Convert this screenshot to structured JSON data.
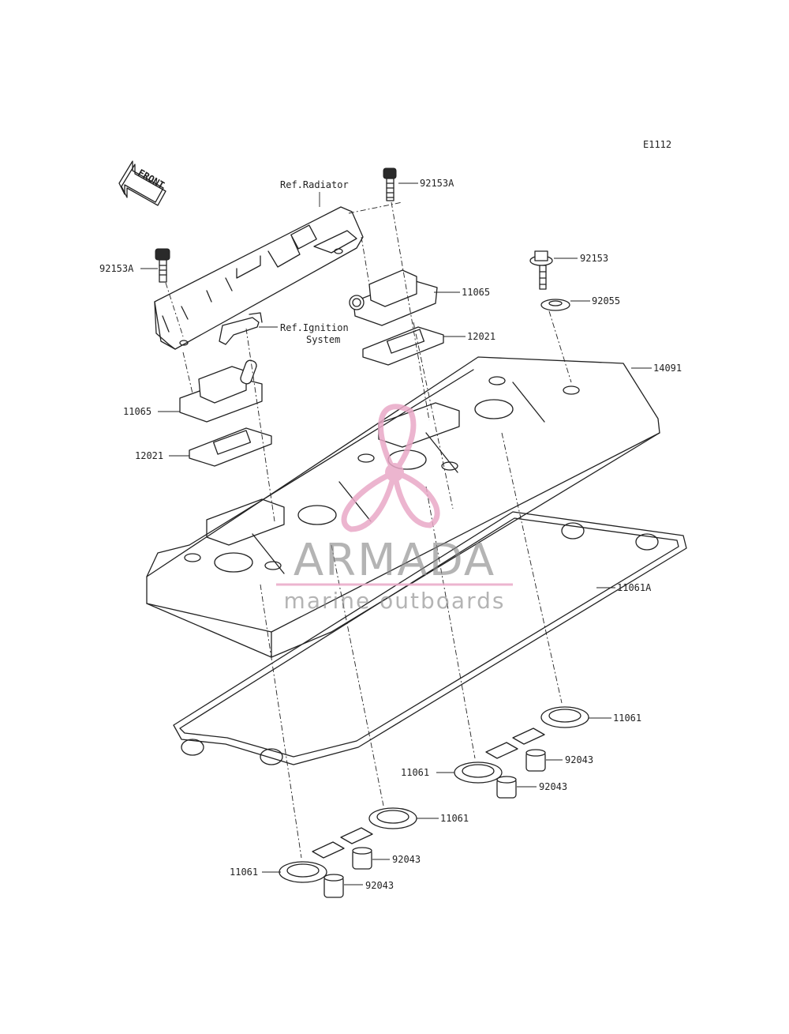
{
  "diagram_code": "E1112",
  "front_arrow": "FRONT",
  "references": {
    "radiator": "Ref.Radiator",
    "ignition_line1": "Ref.Ignition",
    "ignition_line2": "System"
  },
  "part_labels": {
    "bolt_top": "92153A",
    "bolt_left": "92153A",
    "bolt_right": "92153",
    "washer": "92055",
    "cap_right": "11065",
    "cap_left": "11065",
    "plate_right": "12021",
    "plate_left": "12021",
    "cover": "14091",
    "gasket": "11061A",
    "seal_r_top": "11061",
    "seal_r_bottom": "11061",
    "seal_l_top": "11061",
    "seal_l_bottom": "11061",
    "dowel_r1": "92043",
    "dowel_r2": "92043",
    "dowel_l1": "92043",
    "dowel_l2": "92043"
  },
  "watermark": {
    "brand": "ARMADA",
    "tagline": "marine outboards",
    "accent_color": "#e9a9c7",
    "text_color": "#8a8a8a"
  }
}
